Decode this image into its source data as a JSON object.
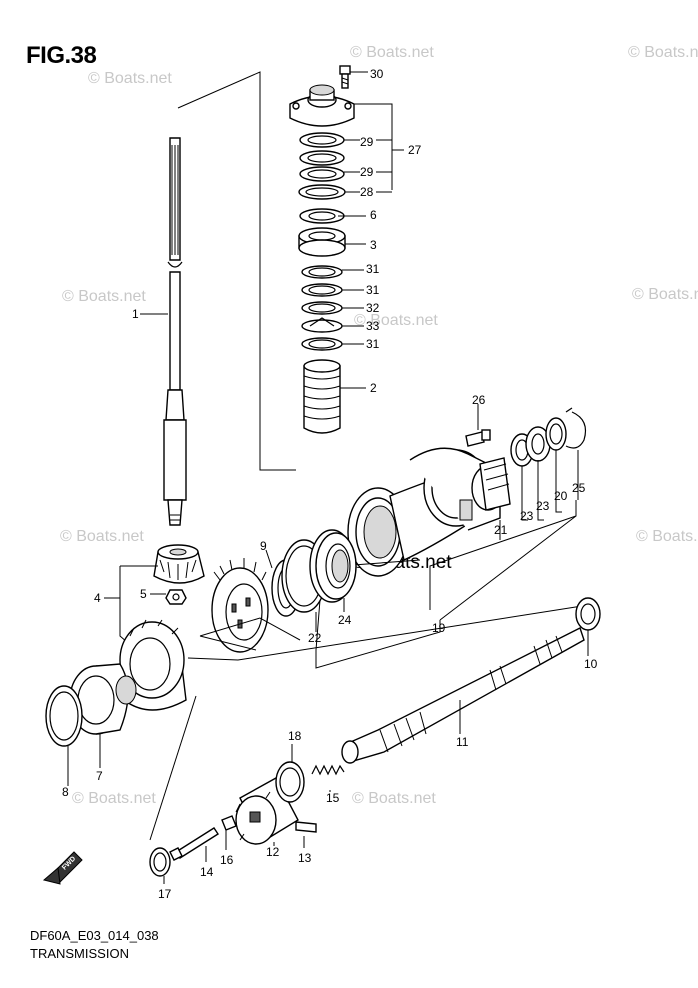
{
  "figure": {
    "title": "FIG.38",
    "code": "DF60A_E03_014_038",
    "subtitle": "TRANSMISSION"
  },
  "watermarks": [
    "© Boats.net",
    "© Boats.net",
    "© Boats.net",
    "© Boats.net",
    "© Boats.net",
    "© Boats.net",
    "© Boats.net",
    "© Boats.net",
    "© Boats.net",
    "© Boats.net"
  ],
  "center_watermark": "© Boats.net",
  "fwd_label": "FWD",
  "callouts": {
    "c1": "1",
    "c2": "2",
    "c3": "3",
    "c4": "4",
    "c5": "5",
    "c6": "6",
    "c7": "7",
    "c8": "8",
    "c9": "9",
    "c10": "10",
    "c11": "11",
    "c12": "12",
    "c13": "13",
    "c14": "14",
    "c15": "15",
    "c16": "16",
    "c17": "17",
    "c18": "18",
    "c19": "19",
    "c20": "20",
    "c21": "21",
    "c22": "22",
    "c23": "23",
    "c24": "24",
    "c25": "25",
    "c26": "26",
    "c27": "27",
    "c28": "28",
    "c29a": "29",
    "c29b": "29",
    "c30": "30",
    "c31a": "31",
    "c31b": "31",
    "c31c": "31",
    "c32": "32",
    "c33": "33"
  }
}
